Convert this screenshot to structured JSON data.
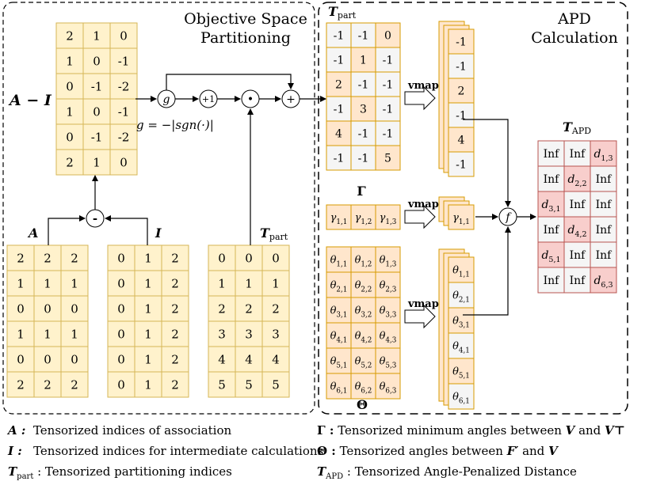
{
  "left_panel_title": [
    "Objective Space",
    "Partitioning"
  ],
  "right_panel_title": [
    "APD",
    "Calculation"
  ],
  "labels": {
    "a_minus_i": "A − I",
    "a": "A",
    "i": "I",
    "t_part": "T",
    "t_part_sub": "part",
    "gamma": "Γ",
    "theta": "Θ",
    "t_apd": "T",
    "t_apd_sub": "APD",
    "g_formula": "g = −|sgn(·)|",
    "vmap": "vmap"
  },
  "ops": {
    "g": "g",
    "plus1": "+1",
    "dot": "•",
    "plus": "+",
    "minus": "-",
    "f": "f"
  },
  "matrices": {
    "a_minus_i": [
      [
        "2",
        "1",
        "0"
      ],
      [
        "1",
        "0",
        "-1"
      ],
      [
        "0",
        "-1",
        "-2"
      ],
      [
        "1",
        "0",
        "-1"
      ],
      [
        "0",
        "-1",
        "-2"
      ],
      [
        "2",
        "1",
        "0"
      ]
    ],
    "a": [
      [
        "2",
        "2",
        "2"
      ],
      [
        "1",
        "1",
        "1"
      ],
      [
        "0",
        "0",
        "0"
      ],
      [
        "1",
        "1",
        "1"
      ],
      [
        "0",
        "0",
        "0"
      ],
      [
        "2",
        "2",
        "2"
      ]
    ],
    "i": [
      [
        "0",
        "1",
        "2"
      ],
      [
        "0",
        "1",
        "2"
      ],
      [
        "0",
        "1",
        "2"
      ],
      [
        "0",
        "1",
        "2"
      ],
      [
        "0",
        "1",
        "2"
      ],
      [
        "0",
        "1",
        "2"
      ]
    ],
    "t_part_left": [
      [
        "0",
        "0",
        "0"
      ],
      [
        "1",
        "1",
        "1"
      ],
      [
        "2",
        "2",
        "2"
      ],
      [
        "3",
        "3",
        "3"
      ],
      [
        "4",
        "4",
        "4"
      ],
      [
        "5",
        "5",
        "5"
      ]
    ],
    "t_part_right": [
      [
        "-1",
        "-1",
        "0"
      ],
      [
        "-1",
        "1",
        "-1"
      ],
      [
        "2",
        "-1",
        "-1"
      ],
      [
        "-1",
        "3",
        "-1"
      ],
      [
        "4",
        "-1",
        "-1"
      ],
      [
        "-1",
        "-1",
        "5"
      ]
    ],
    "t_part_vmapped": [
      "-1",
      "-1",
      "2",
      "-1",
      "4",
      "-1"
    ],
    "gamma": [
      [
        "γ1,1",
        "γ1,2",
        "γ1,3"
      ]
    ],
    "gamma_vmapped": [
      "γ1,1"
    ],
    "theta": [
      [
        "θ1,1",
        "θ1,2",
        "θ1,3"
      ],
      [
        "θ2,1",
        "θ2,2",
        "θ2,3"
      ],
      [
        "θ3,1",
        "θ3,2",
        "θ3,3"
      ],
      [
        "θ4,1",
        "θ4,2",
        "θ4,3"
      ],
      [
        "θ5,1",
        "θ5,2",
        "θ5,3"
      ],
      [
        "θ6,1",
        "θ6,2",
        "θ6,3"
      ]
    ],
    "theta_vmapped": [
      "θ1,1",
      "θ2,1",
      "θ3,1",
      "θ4,1",
      "θ5,1",
      "θ6,1"
    ],
    "t_apd": [
      [
        "Inf",
        "Inf",
        "d1,3"
      ],
      [
        "Inf",
        "d2,2",
        "Inf"
      ],
      [
        "d3,1",
        "Inf",
        "Inf"
      ],
      [
        "Inf",
        "d4,2",
        "Inf"
      ],
      [
        "d5,1",
        "Inf",
        "Inf"
      ],
      [
        "Inf",
        "Inf",
        "d6,3"
      ]
    ]
  },
  "legend": {
    "a_sym": "A :",
    "a_text": "Tensorized indices of association",
    "i_sym": "I :",
    "i_text": "Tensorized  indices for intermediate calculations",
    "tpart_sym": "T",
    "tpart_sub": "part",
    "tpart_text": " :  Tensorized partitioning indices",
    "gamma_sym": "Γ :",
    "gamma_text": " Tensorized minimum angles between ",
    "gamma_v1": "V",
    "gamma_and": " and ",
    "gamma_v2": "V⊤",
    "theta_sym": "Θ :",
    "theta_text": " Tensorized angles between ",
    "theta_f": "F′",
    "theta_and": " and ",
    "theta_v": "V",
    "tapd_sym": "T",
    "tapd_sub": "APD",
    "tapd_text": " :   Tensorized Angle-Penalized Distance"
  },
  "colors": {
    "yellow_fill": "#fff2cc",
    "yellow_stroke": "#d6b656",
    "orange_fill": "#ffe6cc",
    "orange_stroke": "#d79b00",
    "red_fill": "#f8cecc",
    "red_stroke": "#b85450",
    "grey_fill": "#f5f5f5"
  }
}
